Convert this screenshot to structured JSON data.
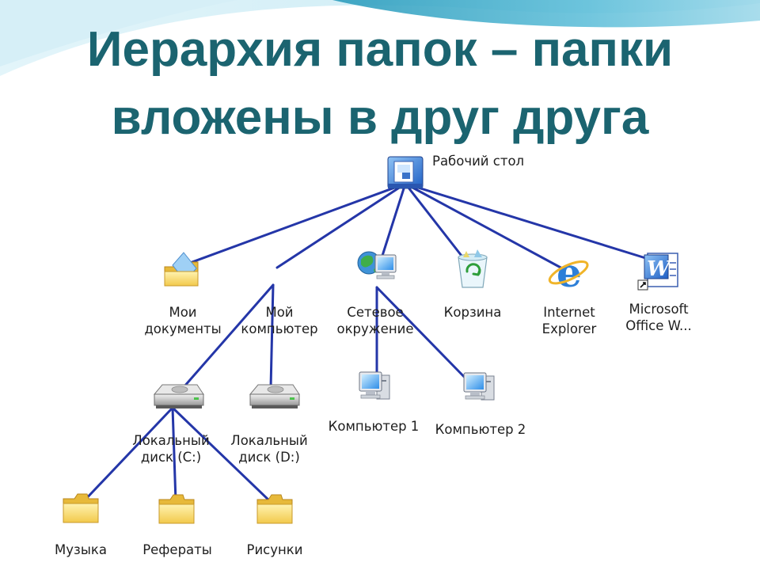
{
  "title": {
    "line1": "Иерархия папок – папки",
    "line2": "вложены в друг друга"
  },
  "nodes": {
    "desktop": {
      "icon": "desktop-icon",
      "label": [
        "Рабочий стол"
      ]
    },
    "mydocs": {
      "icon": "my-documents-icon",
      "label": [
        "Мои",
        "документы"
      ]
    },
    "mycomputer": {
      "icon": "my-computer-icon",
      "label": [
        "Мой",
        "компьютер"
      ]
    },
    "network": {
      "icon": "network-icon",
      "label": [
        "Сетевое",
        "окружение"
      ]
    },
    "recycle": {
      "icon": "recycle-bin-icon",
      "label": [
        "Корзина"
      ]
    },
    "ie": {
      "icon": "internet-explorer-icon",
      "label": [
        "Internet",
        "Explorer"
      ]
    },
    "word": {
      "icon": "word-shortcut-icon",
      "label": [
        "Microsoft",
        "Office W..."
      ]
    },
    "diskc": {
      "icon": "hard-drive-icon",
      "label": [
        "Локальный",
        "диск (C:)"
      ]
    },
    "diskd": {
      "icon": "hard-drive-icon",
      "label": [
        "Локальный",
        "диск (D:)"
      ]
    },
    "comp1": {
      "icon": "computer-icon",
      "label": [
        "Компьютер 1"
      ]
    },
    "comp2": {
      "icon": "computer-icon",
      "label": [
        "Компьютер 2"
      ]
    },
    "music": {
      "icon": "folder-icon",
      "label": [
        "Музыка"
      ]
    },
    "essays": {
      "icon": "folder-icon",
      "label": [
        "Рефераты"
      ]
    },
    "pictures": {
      "icon": "folder-icon",
      "label": [
        "Рисунки"
      ]
    }
  },
  "edges": [
    [
      "desktop",
      "mydocs"
    ],
    [
      "desktop",
      "mycomputer"
    ],
    [
      "desktop",
      "network"
    ],
    [
      "desktop",
      "recycle"
    ],
    [
      "desktop",
      "ie"
    ],
    [
      "desktop",
      "word"
    ],
    [
      "mycomputer",
      "diskc"
    ],
    [
      "mycomputer",
      "diskd"
    ],
    [
      "network",
      "comp1"
    ],
    [
      "network",
      "comp2"
    ],
    [
      "diskc",
      "music"
    ],
    [
      "diskc",
      "essays"
    ],
    [
      "diskc",
      "pictures"
    ]
  ],
  "colors": {
    "title": "#1b6470",
    "connector": "#2436a8",
    "wave_top": "#3fa9c6",
    "wave_light": "#bfe6f2"
  }
}
